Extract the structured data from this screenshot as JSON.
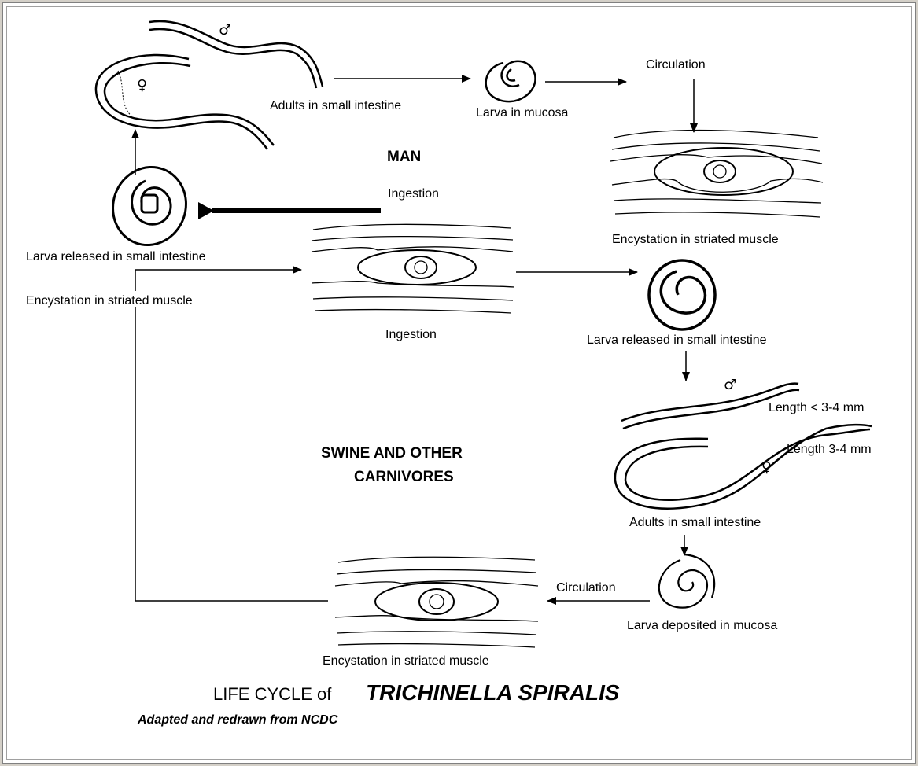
{
  "labels": {
    "adults_small_intestine_top": "Adults in small intestine",
    "larva_in_mucosa": "Larva in mucosa",
    "circulation_top": "Circulation",
    "man": "MAN",
    "ingestion_top": "Ingestion",
    "encystation_top_right": "Encystation in striated muscle",
    "larva_released_left": "Larva released in small intestine",
    "encystation_left": "Encystation in striated muscle",
    "ingestion_middle": "Ingestion",
    "larva_released_right": "Larva released in small intestine",
    "length_male": "Length < 3-4 mm",
    "length_female": "Length  3-4 mm",
    "swine_line1": "SWINE AND OTHER",
    "swine_line2": "CARNIVORES",
    "adults_small_intestine_bottom": "Adults in small intestine",
    "circulation_bottom": "Circulation",
    "larva_deposited": "Larva deposited in mucosa",
    "encystation_bottom": "Encystation in striated muscle"
  },
  "symbols": {
    "male": "♂",
    "female": "♀"
  },
  "title": {
    "prefix": "LIFE CYCLE of ",
    "species": "TRICHINELLA SPIRALIS",
    "subtitle": "Adapted and redrawn from NCDC"
  }
}
